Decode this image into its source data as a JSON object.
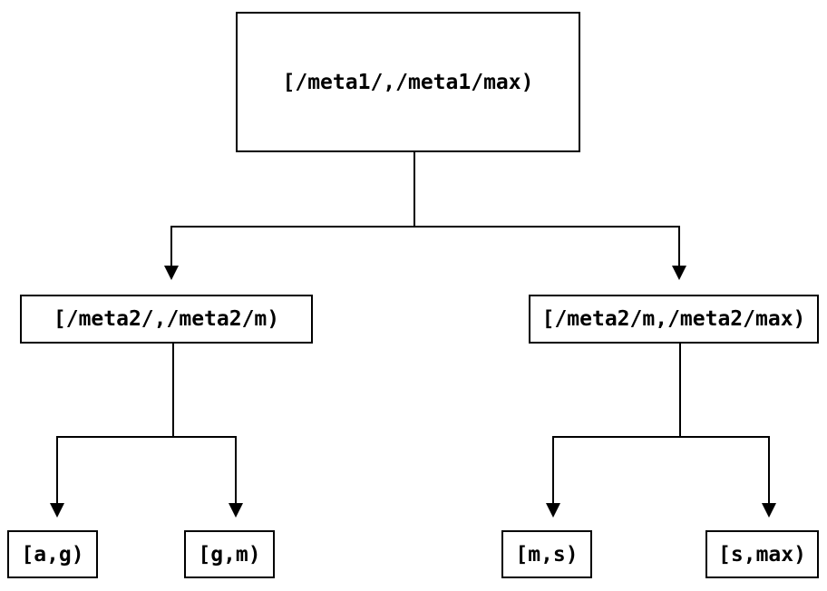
{
  "diagram": {
    "type": "tree",
    "colors": {
      "line": "#000000",
      "text": "#000000",
      "background": "#ffffff"
    },
    "root": {
      "label": "[/meta1/,/meta1/max)"
    },
    "level2": [
      {
        "label": "[/meta2/,/meta2/m)"
      },
      {
        "label": "[/meta2/m,/meta2/max)"
      }
    ],
    "leaves": [
      {
        "label": "[a,g)"
      },
      {
        "label": "[g,m)"
      },
      {
        "label": "[m,s)"
      },
      {
        "label": "[s,max)"
      }
    ]
  }
}
